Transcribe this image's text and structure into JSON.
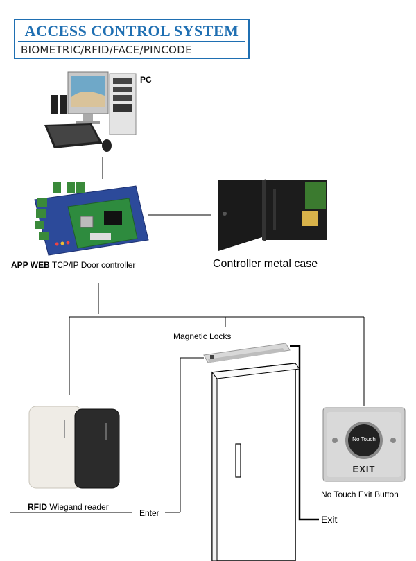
{
  "title": {
    "main": "ACCESS CONTROL SYSTEM",
    "subtitle": "BIOMETRIC/RFID/FACE/PINCODE"
  },
  "labels": {
    "pc": "PC",
    "controller_bold": "APP WEB",
    "controller_rest": " TCP/IP Door controller",
    "metal_case": "Controller metal case",
    "magnetic_locks": "Magnetic Locks",
    "rfid_bold": "RFID",
    "rfid_rest": " Wiegand reader",
    "enter": "Enter",
    "exit": "Exit",
    "exit_button": "No Touch Exit Button",
    "button_face_text": "No Touch",
    "button_plate_text": "EXIT"
  },
  "colors": {
    "title_blue": "#1f6fb2",
    "wire": "#000000",
    "pcb_blue": "#2c4a9a",
    "pcb_green": "#2e8b3e",
    "case_black": "#1a1a1a"
  }
}
